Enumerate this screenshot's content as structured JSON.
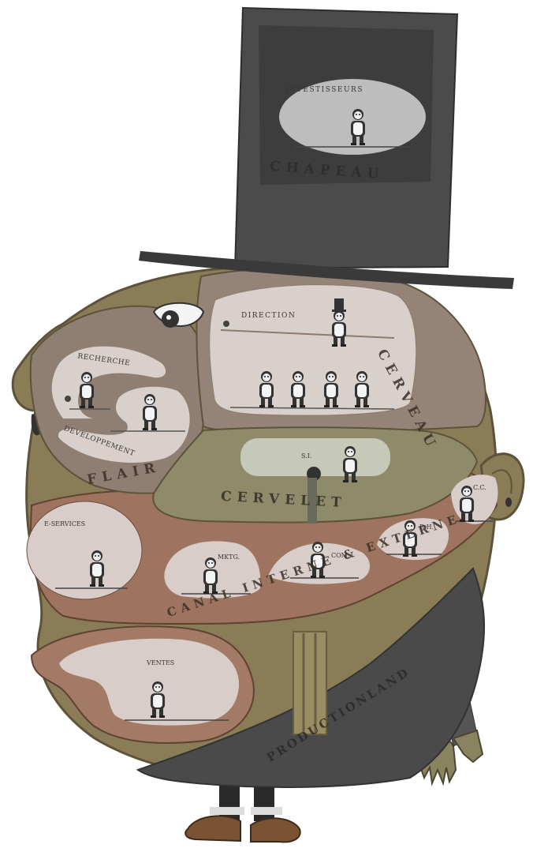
{
  "departments": {
    "investisseurs": "INVESTISSEURS",
    "direction": "DIRECTION",
    "recherche": "RECHERCHE",
    "developpement": "DEVELOPPEMENT",
    "si": "S.I.",
    "cc": "C.C.",
    "rh": "R.H.",
    "eservices": "E-SERVICES",
    "mktg": "MKTG.",
    "com": "COM.",
    "ventes": "VENTES"
  },
  "zones": {
    "chapeau": "CHAPEAU",
    "cerveau": "CERVEAU",
    "flair": "FLAIR",
    "cervelet": "CERVELET",
    "canal": "CANAL INTERNE & EXTERNE",
    "production": "PRODUCTIONLAND"
  },
  "colors": {
    "hat": "#4b4b4b",
    "head_skin": "#8b7c58",
    "brain": "#948376",
    "bubble": "#d8cdc8",
    "cervelet": "#8f8a6a",
    "canal": "#9e7460",
    "body_coat": "#4a4a4a",
    "shoes": "#7a5432"
  }
}
